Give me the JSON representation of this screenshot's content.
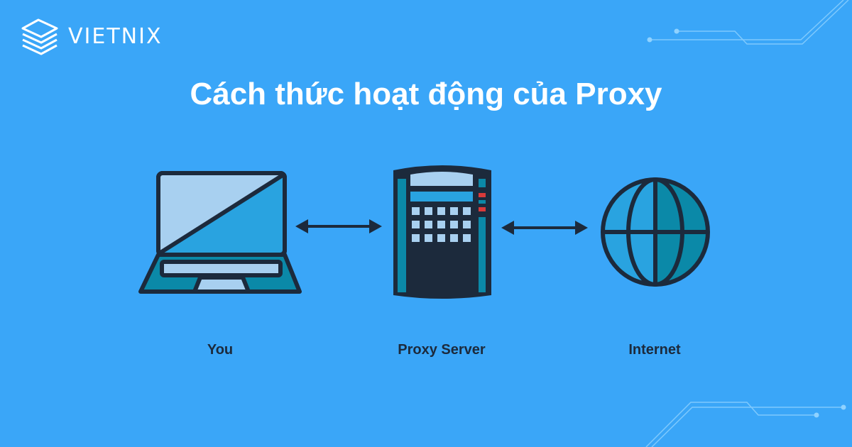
{
  "brand": {
    "name": "VIETNIX",
    "logo_icon": "server-stack-icon"
  },
  "title": "Cách thức hoạt động của Proxy",
  "nodes": [
    {
      "label": "You",
      "icon": "laptop-icon"
    },
    {
      "label": "Proxy Server",
      "icon": "proxy-server-icon"
    },
    {
      "label": "Internet",
      "icon": "globe-icon"
    }
  ],
  "connectors": [
    {
      "from": "You",
      "to": "Proxy Server",
      "type": "bidirectional-arrow"
    },
    {
      "from": "Proxy Server",
      "to": "Internet",
      "type": "bidirectional-arrow"
    }
  ],
  "colors": {
    "background": "#3aa6f8",
    "outline": "#1c2a3c",
    "light_blue": "#a8d0f0",
    "mid_blue": "#29a3e0",
    "teal": "#0b89a8",
    "red": "#d93a3a",
    "circuit": "#8fd2ff"
  }
}
